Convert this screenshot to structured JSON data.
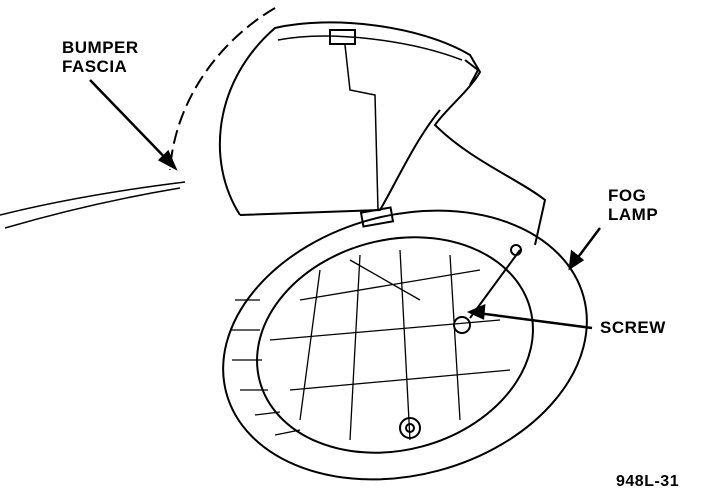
{
  "labels": {
    "bumper_fascia_line1": "BUMPER",
    "bumper_fascia_line2": "FASCIA",
    "fog_lamp_line1": "FOG",
    "fog_lamp_line2": "LAMP",
    "screw": "SCREW",
    "figure_id": "948L-31"
  }
}
